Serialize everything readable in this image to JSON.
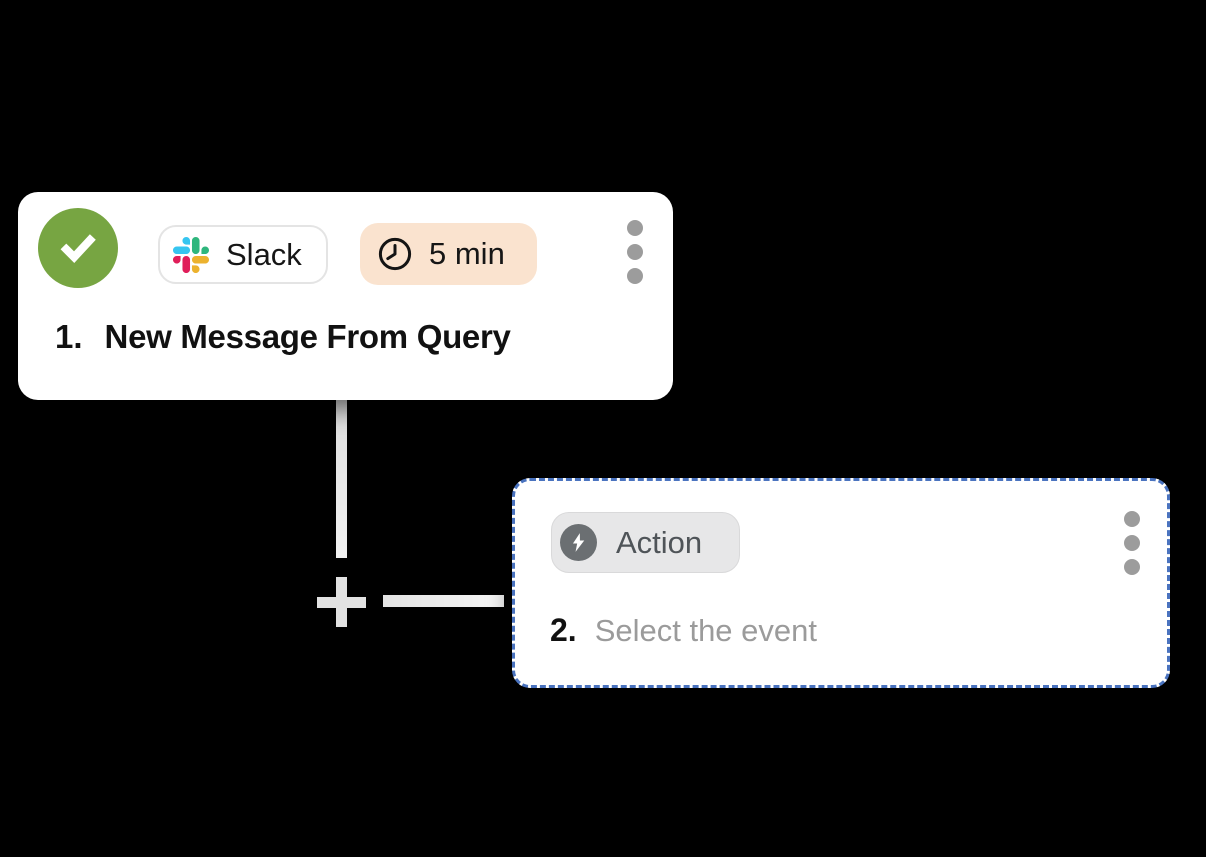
{
  "colors": {
    "background": "#000000",
    "card_bg": "#FFFFFF",
    "success_green": "#77A542",
    "timer_badge_bg": "#FAE3CF",
    "type_badge_bg": "#E7E7E8",
    "selected_border_blue": "#4A73BF",
    "connector_gray": "#E2E2E2",
    "menu_dots_gray": "#9C9C9C",
    "placeholder_gray": "#9B9B9B",
    "bolt_circle_gray": "#6B6F72",
    "slack_blue": "#36C5F0",
    "slack_green": "#2EB67D",
    "slack_yellow": "#ECB22E",
    "slack_red": "#E01E5A"
  },
  "trigger_card": {
    "status_icon": "check-icon",
    "app_badge": {
      "icon": "slack-logo-icon",
      "label": "Slack"
    },
    "timer_badge": {
      "icon": "clock-icon",
      "label": "5 min"
    },
    "menu_icon": "kebab-menu-icon",
    "step_number": "1.",
    "title": "New Message From Query"
  },
  "connector": {
    "add_icon": "plus-icon"
  },
  "action_card": {
    "type_badge": {
      "icon": "lightning-bolt-icon",
      "label": "Action"
    },
    "menu_icon": "kebab-menu-icon",
    "step_number": "2.",
    "placeholder": "Select the event"
  }
}
